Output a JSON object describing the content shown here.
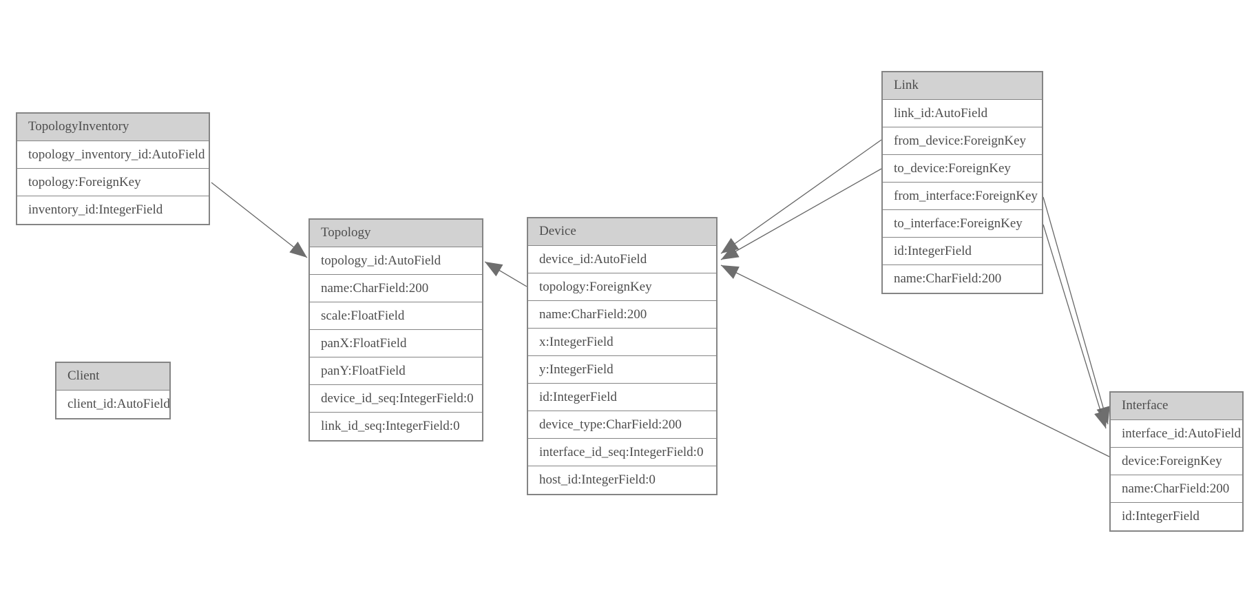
{
  "diagram": {
    "type": "database-model-diagram",
    "colors": {
      "background": "#ffffff",
      "entity_header_fill": "#d2d2d2",
      "entity_body_fill": "#ffffff",
      "entity_border": "#848484",
      "text": "#4d4d4d",
      "connector_line": "#666666",
      "arrowhead_fill": "#6e6e6e"
    },
    "entities": [
      {
        "id": "topology_inventory",
        "name": "TopologyInventory",
        "fields": [
          "topology_inventory_id:AutoField",
          "topology:ForeignKey",
          "inventory_id:IntegerField"
        ]
      },
      {
        "id": "topology",
        "name": "Topology",
        "fields": [
          "topology_id:AutoField",
          "name:CharField:200",
          "scale:FloatField",
          "panX:FloatField",
          "panY:FloatField",
          "device_id_seq:IntegerField:0",
          "link_id_seq:IntegerField:0"
        ]
      },
      {
        "id": "client",
        "name": "Client",
        "fields": [
          "client_id:AutoField"
        ]
      },
      {
        "id": "device",
        "name": "Device",
        "fields": [
          "device_id:AutoField",
          "topology:ForeignKey",
          "name:CharField:200",
          "x:IntegerField",
          "y:IntegerField",
          "id:IntegerField",
          "device_type:CharField:200",
          "interface_id_seq:IntegerField:0",
          "host_id:IntegerField:0"
        ]
      },
      {
        "id": "link",
        "name": "Link",
        "fields": [
          "link_id:AutoField",
          "from_device:ForeignKey",
          "to_device:ForeignKey",
          "from_interface:ForeignKey",
          "to_interface:ForeignKey",
          "id:IntegerField",
          "name:CharField:200"
        ]
      },
      {
        "id": "interface",
        "name": "Interface",
        "fields": [
          "interface_id:AutoField",
          "device:ForeignKey",
          "name:CharField:200",
          "id:IntegerField"
        ]
      }
    ],
    "connections": [
      {
        "from": "TopologyInventory.topology",
        "to": "Topology.topology_id",
        "points": [
          [
            307,
            265
          ],
          [
            446,
            374
          ]
        ]
      },
      {
        "from": "Device.topology",
        "to": "Topology.topology_id",
        "points": [
          [
            765,
            416
          ],
          [
            704,
            380
          ]
        ]
      },
      {
        "from": "Link.from_device",
        "to": "Device.device_id",
        "points": [
          [
            1280,
            203
          ],
          [
            1047,
            368
          ]
        ]
      },
      {
        "from": "Link.to_device",
        "to": "Device.device_id",
        "points": [
          [
            1280,
            245
          ],
          [
            1047,
            377
          ]
        ]
      },
      {
        "from": "Interface.device",
        "to": "Device.device_id",
        "points": [
          [
            1611,
            663
          ],
          [
            1047,
            385
          ]
        ]
      },
      {
        "from": "Link.from_interface",
        "to": "Interface.interface_id",
        "points": [
          [
            1515,
            286
          ],
          [
            1609,
            616
          ]
        ]
      },
      {
        "from": "Link.to_interface",
        "to": "Interface.interface_id",
        "points": [
          [
            1515,
            326
          ],
          [
            1606,
            622
          ]
        ]
      }
    ]
  }
}
